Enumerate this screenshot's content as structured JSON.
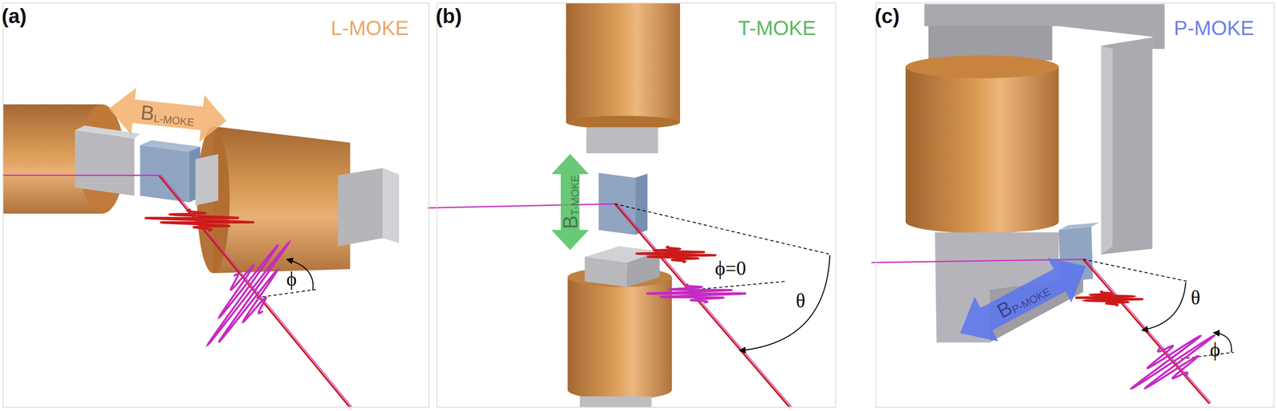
{
  "diagram": {
    "nodes": [
      {
        "text": [
          "(a)",
          "L-MOKE"
        ]
      },
      {
        "text": [
          "B",
          "L-MOKE"
        ],
        "in": 0
      },
      {
        "text": [
          "(b)",
          "T-MOKE"
        ]
      },
      {
        "text": [
          "B",
          "T-MOKE"
        ],
        "in": 2
      },
      {
        "text": [
          "(c)",
          "P-MOKE"
        ]
      },
      {
        "text": [
          "B",
          "P-MOKE"
        ],
        "in": 4
      }
    ],
    "labels": [
      "ϕ",
      "ϕ=0",
      "θ",
      "θ",
      "ϕ"
    ]
  }
}
